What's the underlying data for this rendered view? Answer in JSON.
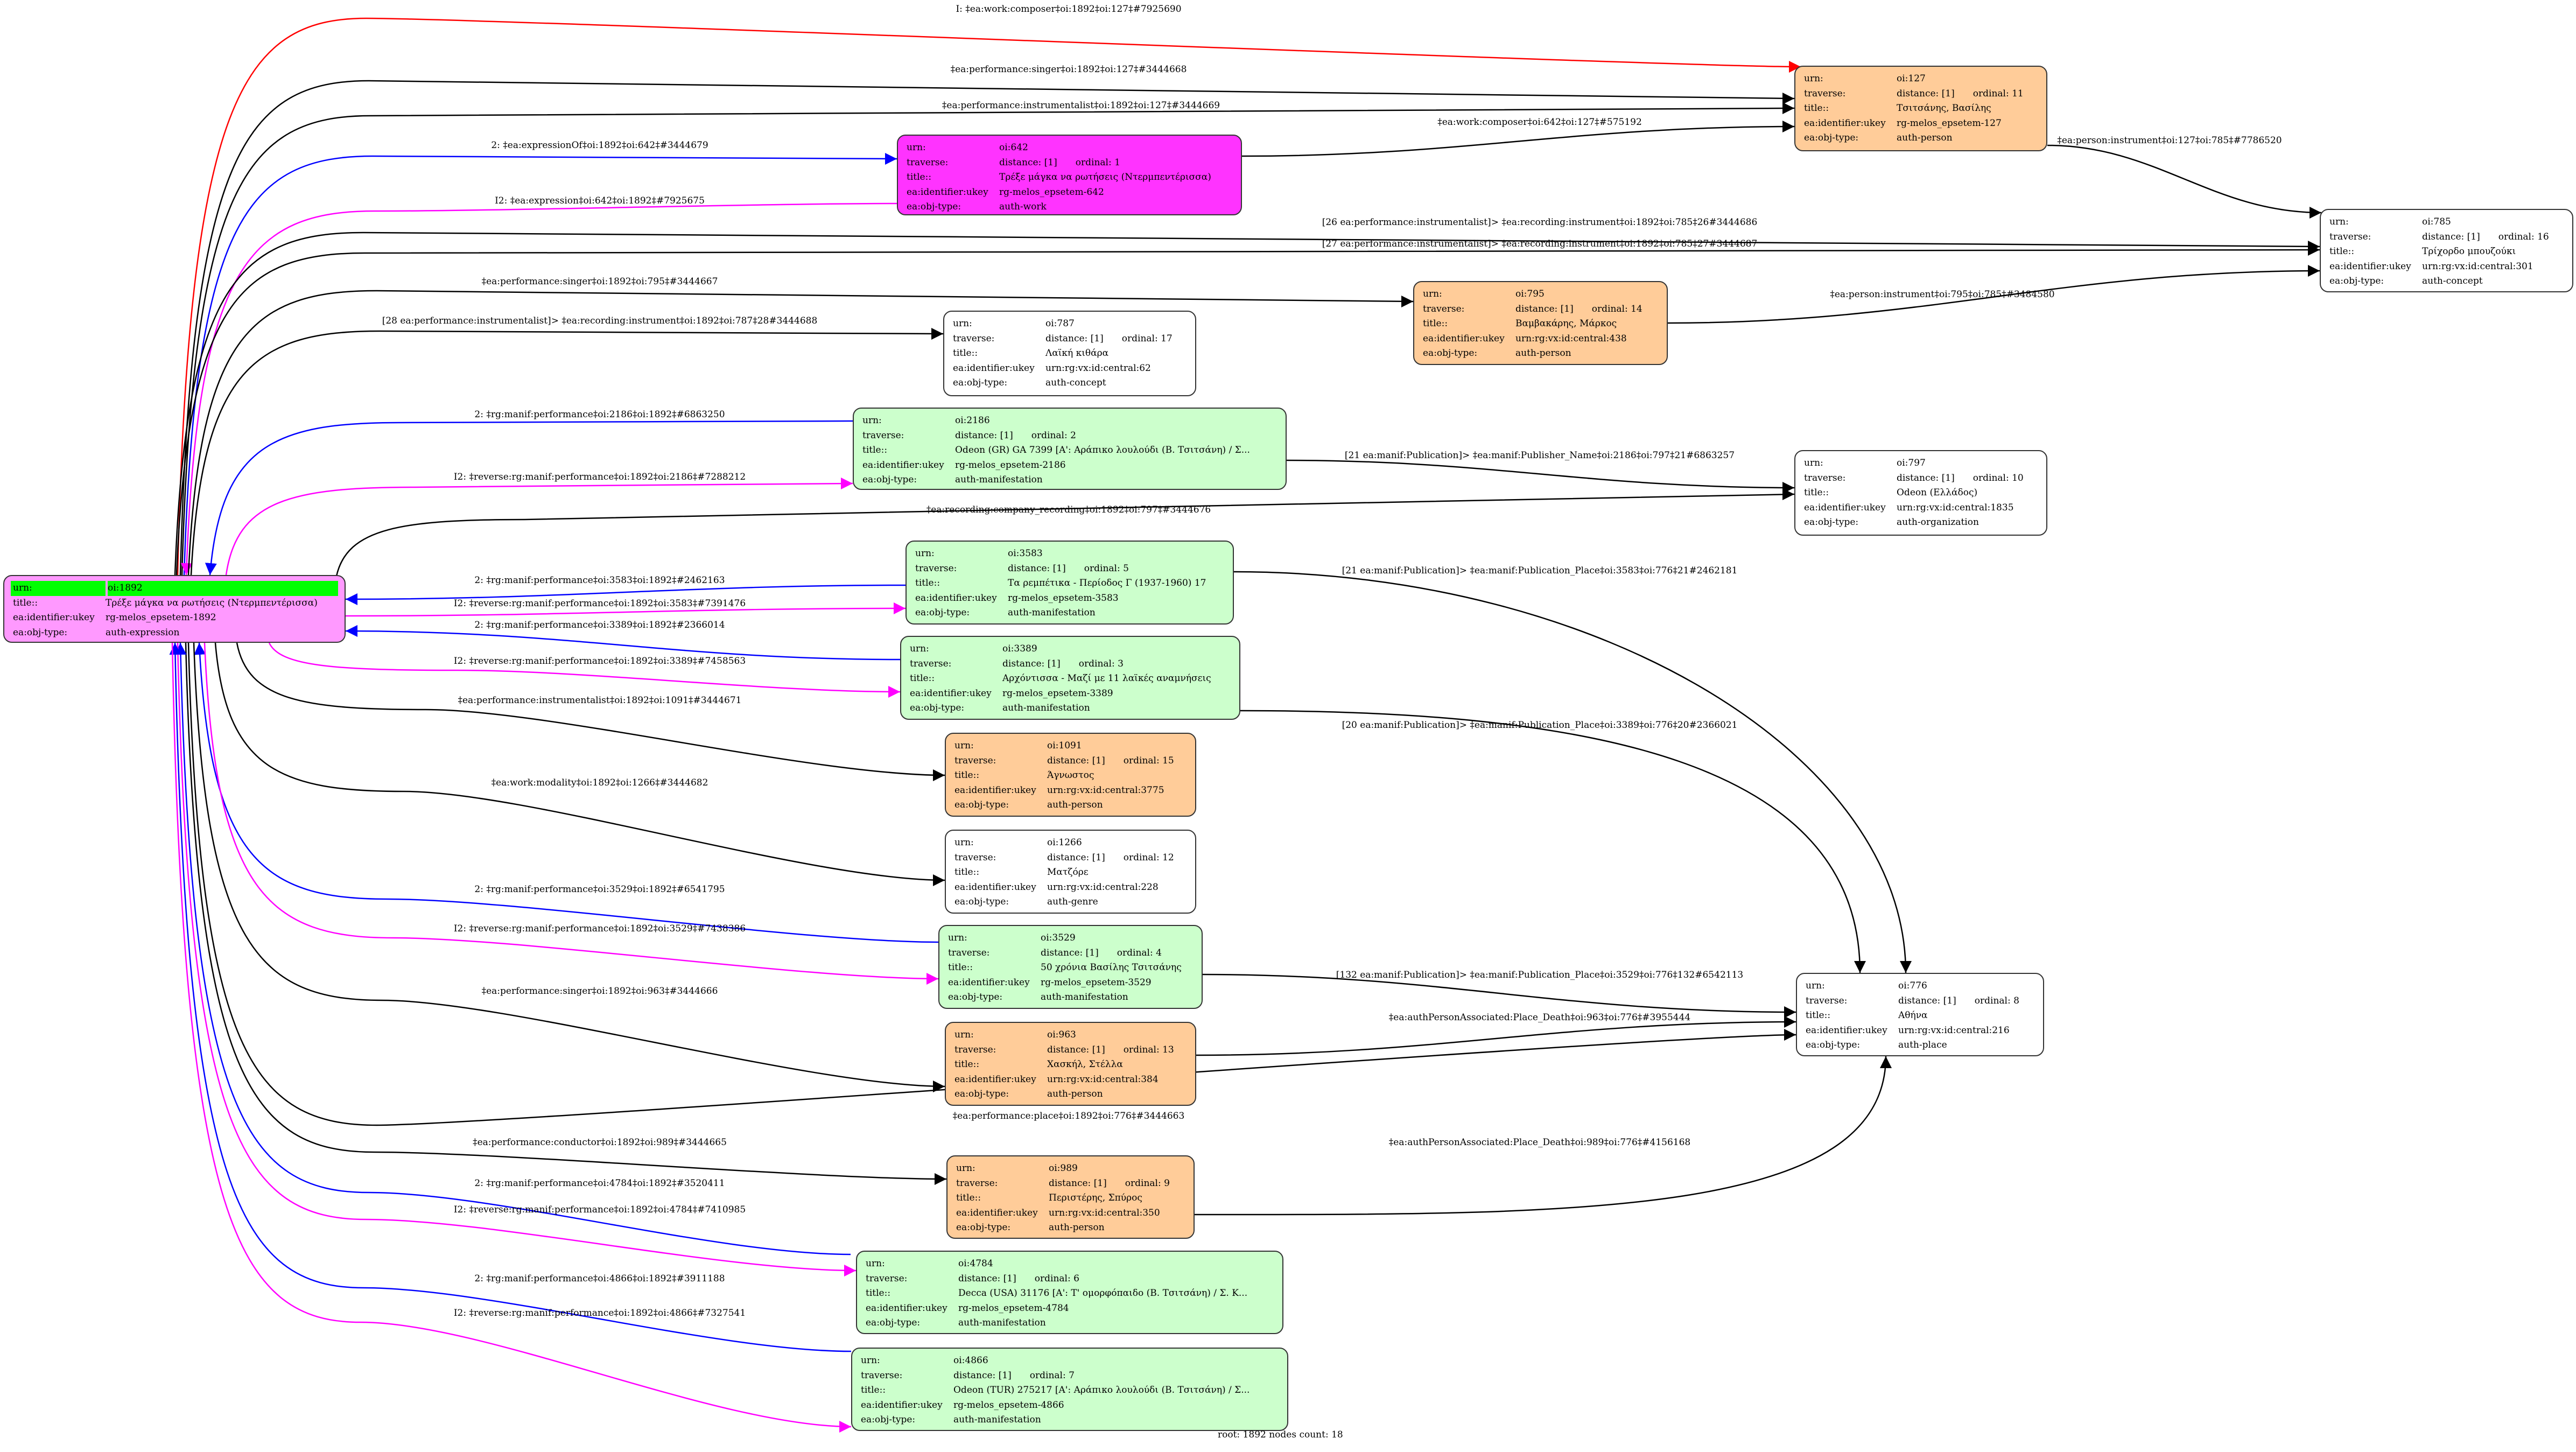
{
  "row_labels": {
    "urn": "urn:",
    "traverse": "traverse:",
    "title": "title::",
    "ukey": "ea:identifier:ukey",
    "objtype": "ea:obj-type:"
  },
  "footer": "root: 1892 nodes count: 18",
  "nodes": [
    {
      "id": "1892",
      "root": true,
      "urn": "oi:1892",
      "title": "Τρέξε μάγκα να ρωτήσεις (Ντερμπεντέρισσα)",
      "ukey": "rg-melos_epsetem-1892",
      "objtype": "auth-expression",
      "fill": "#ff99ff",
      "highlight": "#00ff00"
    },
    {
      "id": "642",
      "urn": "oi:642",
      "distance": "distance: [1]",
      "ordinal": "ordinal: 1",
      "title": "Τρέξε μάγκα να ρωτήσεις (Ντερμπεντέρισσα)",
      "ukey": "rg-melos_epsetem-642",
      "objtype": "auth-work",
      "fill": "#ff33ff"
    },
    {
      "id": "127",
      "urn": "oi:127",
      "distance": "distance: [1]",
      "ordinal": "ordinal: 11",
      "title": "Τσιτσάνης, Βασίλης",
      "ukey": "rg-melos_epsetem-127",
      "objtype": "auth-person",
      "fill": "#ffcc99"
    },
    {
      "id": "785",
      "urn": "oi:785",
      "distance": "distance: [1]",
      "ordinal": "ordinal: 16",
      "title": "Τρίχορδο μπουζούκι",
      "ukey": "urn:rg:vx:id:central:301",
      "objtype": "auth-concept",
      "fill": "#ffffff"
    },
    {
      "id": "795",
      "urn": "oi:795",
      "distance": "distance: [1]",
      "ordinal": "ordinal: 14",
      "title": "Βαμβακάρης, Μάρκος",
      "ukey": "urn:rg:vx:id:central:438",
      "objtype": "auth-person",
      "fill": "#ffcc99"
    },
    {
      "id": "787",
      "urn": "oi:787",
      "distance": "distance: [1]",
      "ordinal": "ordinal: 17",
      "title": "Λαϊκή κιθάρα",
      "ukey": "urn:rg:vx:id:central:62",
      "objtype": "auth-concept",
      "fill": "#ffffff"
    },
    {
      "id": "2186",
      "urn": "oi:2186",
      "distance": "distance: [1]",
      "ordinal": "ordinal: 2",
      "title": "Odeon (GR) GA 7399 [A': Αράπικο λουλούδι (Β. Τσιτσάνη) / Σ...",
      "ukey": "rg-melos_epsetem-2186",
      "objtype": "auth-manifestation",
      "fill": "#ccffcc"
    },
    {
      "id": "797",
      "urn": "oi:797",
      "distance": "distance: [1]",
      "ordinal": "ordinal: 10",
      "title": "Odeon (Ελλάδος)",
      "ukey": "urn:rg:vx:id:central:1835",
      "objtype": "auth-organization",
      "fill": "#ffffff"
    },
    {
      "id": "3583",
      "urn": "oi:3583",
      "distance": "distance: [1]",
      "ordinal": "ordinal: 5",
      "title": "Τα ρεμπέτικα - Περίοδος Γ (1937-1960) 17",
      "ukey": "rg-melos_epsetem-3583",
      "objtype": "auth-manifestation",
      "fill": "#ccffcc"
    },
    {
      "id": "3389",
      "urn": "oi:3389",
      "distance": "distance: [1]",
      "ordinal": "ordinal: 3",
      "title": "Αρχόντισσα - Μαζί με 11 λαϊκές αναμνήσεις",
      "ukey": "rg-melos_epsetem-3389",
      "objtype": "auth-manifestation",
      "fill": "#ccffcc"
    },
    {
      "id": "1091",
      "urn": "oi:1091",
      "distance": "distance: [1]",
      "ordinal": "ordinal: 15",
      "title": "Άγνωστος",
      "ukey": "urn:rg:vx:id:central:3775",
      "objtype": "auth-person",
      "fill": "#ffcc99"
    },
    {
      "id": "1266",
      "urn": "oi:1266",
      "distance": "distance: [1]",
      "ordinal": "ordinal: 12",
      "title": "Ματζόρε",
      "ukey": "urn:rg:vx:id:central:228",
      "objtype": "auth-genre",
      "fill": "#ffffff"
    },
    {
      "id": "3529",
      "urn": "oi:3529",
      "distance": "distance: [1]",
      "ordinal": "ordinal: 4",
      "title": "50 χρόνια Βασίλης Τσιτσάνης",
      "ukey": "rg-melos_epsetem-3529",
      "objtype": "auth-manifestation",
      "fill": "#ccffcc"
    },
    {
      "id": "963",
      "urn": "oi:963",
      "distance": "distance: [1]",
      "ordinal": "ordinal: 13",
      "title": "Χασκήλ, Στέλλα",
      "ukey": "urn:rg:vx:id:central:384",
      "objtype": "auth-person",
      "fill": "#ffcc99"
    },
    {
      "id": "776",
      "urn": "oi:776",
      "distance": "distance: [1]",
      "ordinal": "ordinal: 8",
      "title": "Αθήνα",
      "ukey": "urn:rg:vx:id:central:216",
      "objtype": "auth-place",
      "fill": "#ffffff"
    },
    {
      "id": "989",
      "urn": "oi:989",
      "distance": "distance: [1]",
      "ordinal": "ordinal: 9",
      "title": "Περιστέρης, Σπύρος",
      "ukey": "urn:rg:vx:id:central:350",
      "objtype": "auth-person",
      "fill": "#ffcc99"
    },
    {
      "id": "4784",
      "urn": "oi:4784",
      "distance": "distance: [1]",
      "ordinal": "ordinal: 6",
      "title": "Decca (USA) 31176 [A': T' ομορφόπαιδο (Β. Τσιτσάνη) / Σ. Κ...",
      "ukey": "rg-melos_epsetem-4784",
      "objtype": "auth-manifestation",
      "fill": "#ccffcc"
    },
    {
      "id": "4866",
      "urn": "oi:4866",
      "distance": "distance: [1]",
      "ordinal": "ordinal: 7",
      "title": "Odeon (TUR) 275217 [A': Αράπικο λουλούδι (Β. Τσιτσάνη) / Σ...",
      "ukey": "rg-melos_epsetem-4866",
      "objtype": "auth-manifestation",
      "fill": "#ccffcc"
    }
  ],
  "edges": [
    {
      "label": "I: ‡ea:work:composer‡oi:1892‡oi:127‡#7925690",
      "from": "1892",
      "to": "127",
      "color": "#ff0000"
    },
    {
      "label": "‡ea:performance:singer‡oi:1892‡oi:127‡#3444668",
      "from": "1892",
      "to": "127",
      "color": "#000000"
    },
    {
      "label": "‡ea:performance:instrumentalist‡oi:1892‡oi:127‡#3444669",
      "from": "1892",
      "to": "127",
      "color": "#000000"
    },
    {
      "label": "2: ‡ea:expressionOf‡oi:1892‡oi:642‡#3444679",
      "from": "1892",
      "to": "642",
      "color": "#0000ff"
    },
    {
      "label": "I2: ‡ea:expression‡oi:642‡oi:1892‡#7925675",
      "from": "642",
      "to": "1892",
      "color": "#ff00ff"
    },
    {
      "label": "‡ea:work:composer‡oi:642‡oi:127‡#575192",
      "from": "642",
      "to": "127",
      "color": "#000000"
    },
    {
      "label": "‡ea:person:instrument‡oi:127‡oi:785‡#7786520",
      "from": "127",
      "to": "785",
      "color": "#000000"
    },
    {
      "label": "[26 ea:performance:instrumentalist]> ‡ea:recording:instrument‡oi:1892‡oi:785‡26#3444686",
      "from": "1892",
      "to": "785",
      "color": "#000000"
    },
    {
      "label": "[27 ea:performance:instrumentalist]> ‡ea:recording:instrument‡oi:1892‡oi:785‡27#3444687",
      "from": "1892",
      "to": "785",
      "color": "#000000"
    },
    {
      "label": "‡ea:performance:singer‡oi:1892‡oi:795‡#3444667",
      "from": "1892",
      "to": "795",
      "color": "#000000"
    },
    {
      "label": "‡ea:person:instrument‡oi:795‡oi:785‡#3484580",
      "from": "795",
      "to": "785",
      "color": "#000000"
    },
    {
      "label": "[28 ea:performance:instrumentalist]> ‡ea:recording:instrument‡oi:1892‡oi:787‡28#3444688",
      "from": "1892",
      "to": "787",
      "color": "#000000"
    },
    {
      "label": "2: ‡rg:manif:performance‡oi:2186‡oi:1892‡#6863250",
      "from": "2186",
      "to": "1892",
      "color": "#0000ff"
    },
    {
      "label": "I2: ‡reverse:rg:manif:performance‡oi:1892‡oi:2186‡#7288212",
      "from": "1892",
      "to": "2186",
      "color": "#ff00ff"
    },
    {
      "label": "[21 ea:manif:Publication]> ‡ea:manif:Publisher_Name‡oi:2186‡oi:797‡21#6863257",
      "from": "2186",
      "to": "797",
      "color": "#000000"
    },
    {
      "label": "‡ea:recording:company_recording‡oi:1892‡oi:797‡#3444676",
      "from": "1892",
      "to": "797",
      "color": "#000000"
    },
    {
      "label": "2: ‡rg:manif:performance‡oi:3583‡oi:1892‡#2462163",
      "from": "3583",
      "to": "1892",
      "color": "#0000ff"
    },
    {
      "label": "I2: ‡reverse:rg:manif:performance‡oi:1892‡oi:3583‡#7391476",
      "from": "1892",
      "to": "3583",
      "color": "#ff00ff"
    },
    {
      "label": "[21 ea:manif:Publication]> ‡ea:manif:Publication_Place‡oi:3583‡oi:776‡21#2462181",
      "from": "3583",
      "to": "776",
      "color": "#000000"
    },
    {
      "label": "2: ‡rg:manif:performance‡oi:3389‡oi:1892‡#2366014",
      "from": "3389",
      "to": "1892",
      "color": "#0000ff"
    },
    {
      "label": "I2: ‡reverse:rg:manif:performance‡oi:1892‡oi:3389‡#7458563",
      "from": "1892",
      "to": "3389",
      "color": "#ff00ff"
    },
    {
      "label": "[20 ea:manif:Publication]> ‡ea:manif:Publication_Place‡oi:3389‡oi:776‡20#2366021",
      "from": "3389",
      "to": "776",
      "color": "#000000"
    },
    {
      "label": "‡ea:performance:instrumentalist‡oi:1892‡oi:1091‡#3444671",
      "from": "1892",
      "to": "1091",
      "color": "#000000"
    },
    {
      "label": "‡ea:work:modality‡oi:1892‡oi:1266‡#3444682",
      "from": "1892",
      "to": "1266",
      "color": "#000000"
    },
    {
      "label": "2: ‡rg:manif:performance‡oi:3529‡oi:1892‡#6541795",
      "from": "3529",
      "to": "1892",
      "color": "#0000ff"
    },
    {
      "label": "I2: ‡reverse:rg:manif:performance‡oi:1892‡oi:3529‡#7438386",
      "from": "1892",
      "to": "3529",
      "color": "#ff00ff"
    },
    {
      "label": "[132 ea:manif:Publication]> ‡ea:manif:Publication_Place‡oi:3529‡oi:776‡132#6542113",
      "from": "3529",
      "to": "776",
      "color": "#000000"
    },
    {
      "label": "‡ea:performance:singer‡oi:1892‡oi:963‡#3444666",
      "from": "1892",
      "to": "963",
      "color": "#000000"
    },
    {
      "label": "‡ea:authPersonAssociated:Place_Death‡oi:963‡oi:776‡#3955444",
      "from": "963",
      "to": "776",
      "color": "#000000"
    },
    {
      "label": "‡ea:performance:place‡oi:1892‡oi:776‡#3444663",
      "from": "1892",
      "to": "776",
      "color": "#000000"
    },
    {
      "label": "‡ea:performance:conductor‡oi:1892‡oi:989‡#3444665",
      "from": "1892",
      "to": "989",
      "color": "#000000"
    },
    {
      "label": "‡ea:authPersonAssociated:Place_Death‡oi:989‡oi:776‡#4156168",
      "from": "989",
      "to": "776",
      "color": "#000000"
    },
    {
      "label": "2: ‡rg:manif:performance‡oi:4784‡oi:1892‡#3520411",
      "from": "4784",
      "to": "1892",
      "color": "#0000ff"
    },
    {
      "label": "I2: ‡reverse:rg:manif:performance‡oi:1892‡oi:4784‡#7410985",
      "from": "1892",
      "to": "4784",
      "color": "#ff00ff"
    },
    {
      "label": "2: ‡rg:manif:performance‡oi:4866‡oi:1892‡#3911188",
      "from": "4866",
      "to": "1892",
      "color": "#0000ff"
    },
    {
      "label": "I2: ‡reverse:rg:manif:performance‡oi:1892‡oi:4866‡#7327541",
      "from": "1892",
      "to": "4866",
      "color": "#ff00ff"
    }
  ]
}
